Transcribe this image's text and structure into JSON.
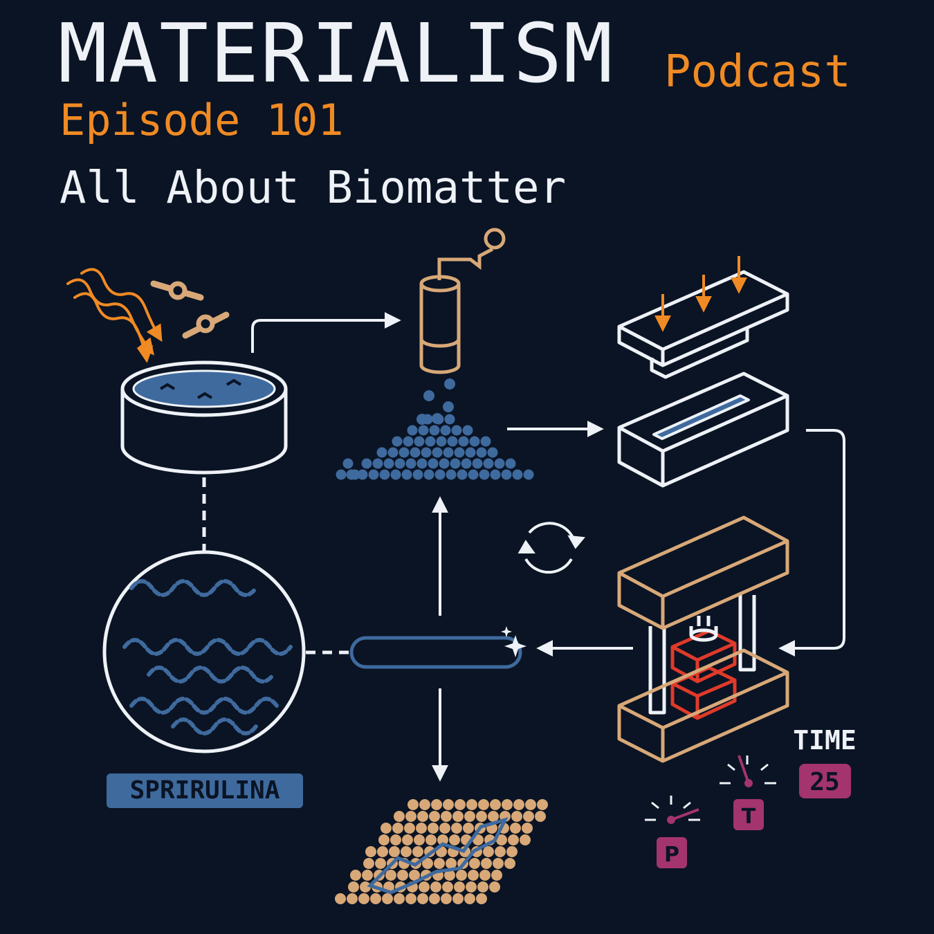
{
  "header": {
    "title": "MATERIALISM",
    "title_suffix": "Podcast",
    "episode": "Episode 101",
    "subtitle": "All About Biomatter"
  },
  "labels": {
    "organism": "SPRIRULINA",
    "time_label": "TIME",
    "time_value": "25",
    "temperature_badge": "T",
    "pressure_badge": "P"
  },
  "colors": {
    "background": "#0a1424",
    "line": "#eef2f7",
    "accent_orange": "#f08a24",
    "tan": "#d8a878",
    "blue": "#3f6a9e",
    "magenta": "#a3346e",
    "red": "#e03a2a"
  },
  "icons": [
    "sun-rays-icon",
    "molecule-icon",
    "culture-dish-icon",
    "microscope-circle-icon",
    "grinder-icon",
    "powder-pile-icon",
    "press-mold-icon",
    "hot-press-icon",
    "cycle-icon",
    "sparkle-icon",
    "pressure-gauge-icon",
    "temperature-gauge-icon"
  ]
}
